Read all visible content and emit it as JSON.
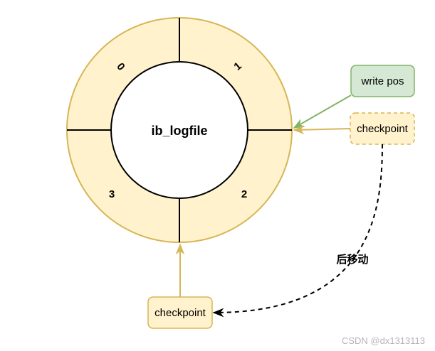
{
  "diagram": {
    "center_label": "ib_logfile",
    "segments": [
      "0",
      "1",
      "2",
      "3"
    ],
    "write_pos_label": "write pos",
    "checkpoint_right_label": "checkpoint",
    "checkpoint_bottom_label": "checkpoint",
    "move_label": "后移动",
    "watermark": "CSDN @dx1313113"
  },
  "colors": {
    "ring_fill": "#fff2cc",
    "ring_stroke": "#d6b656",
    "write_pos_fill": "#d5e8d4",
    "write_pos_stroke": "#82b366",
    "arrow_green": "#82b366",
    "arrow_gold": "#d6b656",
    "dashed_arrow": "#000000"
  }
}
